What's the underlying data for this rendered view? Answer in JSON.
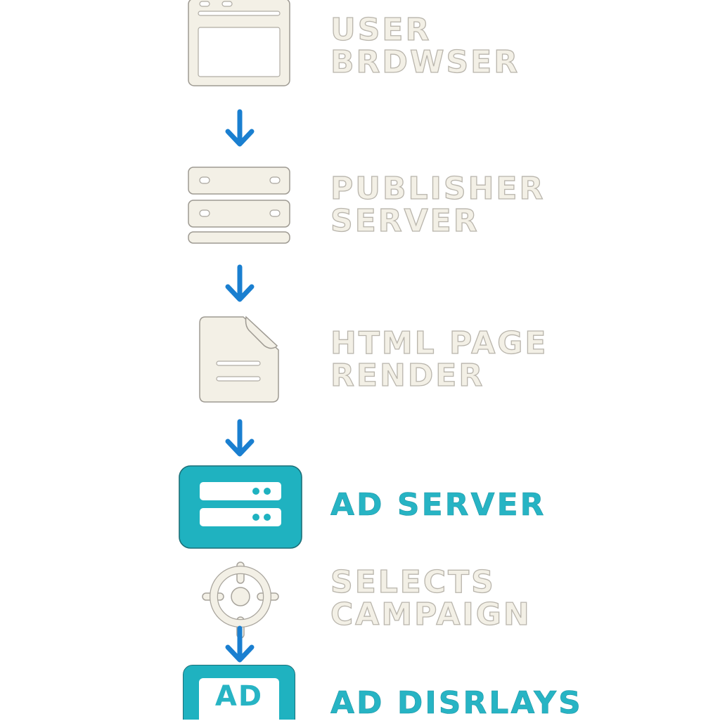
{
  "steps": [
    {
      "label_lines": [
        "USER",
        "BRDWSER"
      ],
      "icon": "browser-window-icon"
    },
    {
      "label_lines": [
        "PUBLISHER",
        "SERVER"
      ],
      "icon": "server-rack-icon"
    },
    {
      "label_lines": [
        "HTML PAGE",
        "RENDER"
      ],
      "icon": "document-icon"
    },
    {
      "label_lines": [
        "AD SERVER"
      ],
      "icon": "ad-server-icon"
    },
    {
      "label_lines": [
        "SELECTS",
        "CAMPAIGN"
      ],
      "icon": "target-crosshair-icon"
    },
    {
      "label_lines": [
        "AD DISRLAYS"
      ],
      "icon": "ad-display-icon",
      "icon_text": "AD"
    }
  ],
  "colors": {
    "arrow": "#1a7fd0",
    "teal": "#27b4c4",
    "pale_fill": "#f3f0e6",
    "pale_stroke": "#b9b5ac"
  }
}
